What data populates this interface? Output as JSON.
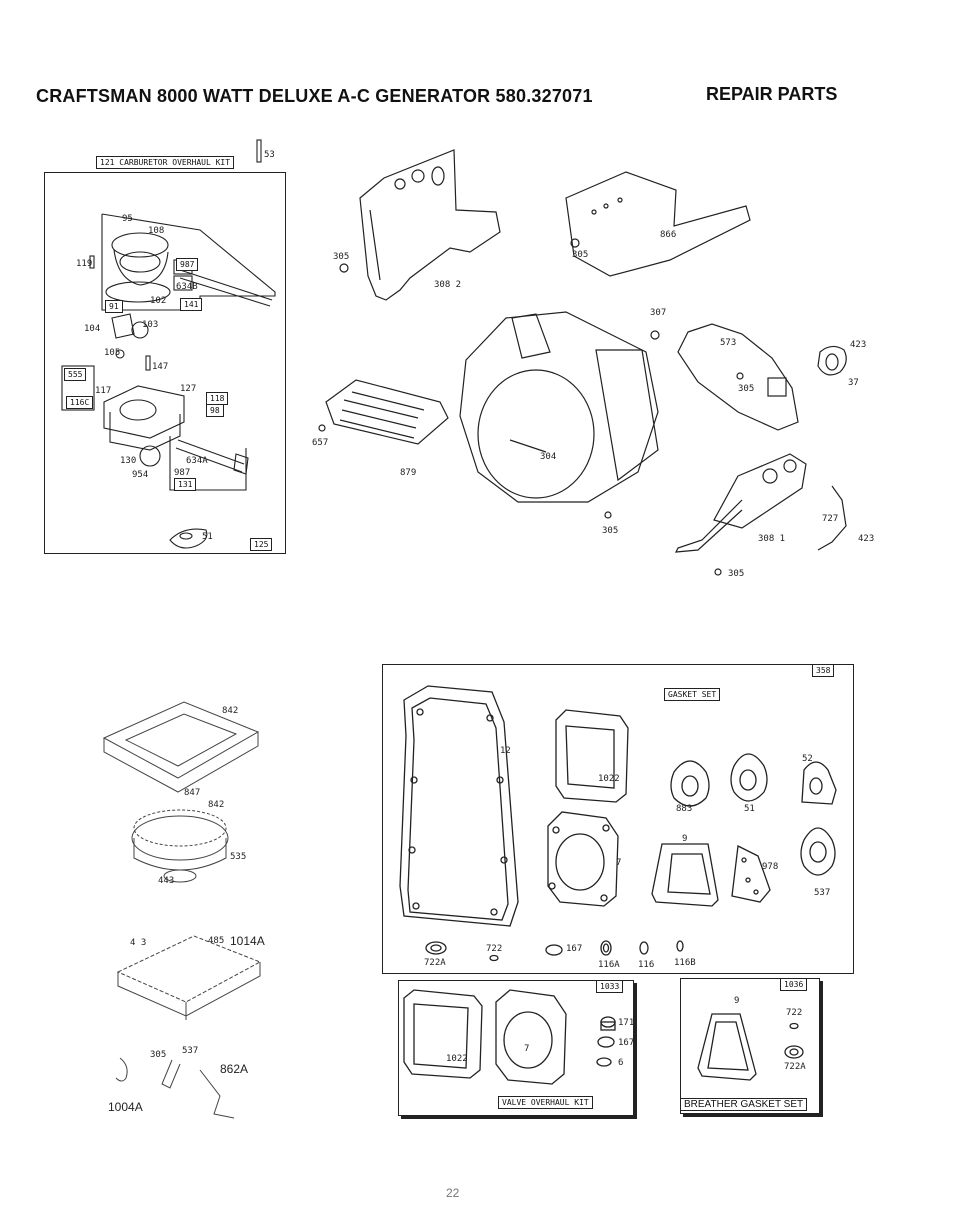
{
  "header": {
    "title": "CRAFTSMAN 8000 WATT DELUXE A-C GENERATOR 580.327071",
    "subtitle": "REPAIR PARTS"
  },
  "carb_kit": {
    "box_label": "121 CARBURETOR OVERHAUL KIT",
    "top_part": "53",
    "corner_num": "125",
    "parts": [
      "95",
      "108",
      "119",
      "987",
      "634B",
      "91",
      "102",
      "141",
      "104",
      "103",
      "105",
      "147",
      "555",
      "117",
      "116C",
      "127",
      "118",
      "98",
      "130",
      "954",
      "634A",
      "987",
      "131",
      "51"
    ]
  },
  "shroud": {
    "parts": [
      "305",
      "308 2",
      "866",
      "305",
      "307",
      "573",
      "423",
      "305",
      "37",
      "657",
      "879",
      "304",
      "305",
      "727",
      "308 1",
      "423",
      "305"
    ]
  },
  "air_cleaner": {
    "parts": [
      "842",
      "847",
      "842",
      "535",
      "443",
      "1014A",
      "862A",
      "1004A",
      "537",
      "305",
      "485",
      "4 3"
    ]
  },
  "gasket_set": {
    "corner_num": "358",
    "box_label": "GASKET SET",
    "parts": [
      "12",
      "1022",
      "883",
      "51",
      "52",
      "7",
      "9",
      "978",
      "537",
      "722A",
      "722",
      "167",
      "116A",
      "116",
      "116B"
    ]
  },
  "valve_kit": {
    "corner_num": "1033",
    "box_label": "VALVE OVERHAUL KIT",
    "parts": [
      "1022",
      "7",
      "171",
      "167",
      "6"
    ]
  },
  "breather_kit": {
    "corner_num": "1036",
    "box_label": "BREATHER GASKET SET",
    "parts": [
      "9",
      "722",
      "722A"
    ]
  },
  "footer": {
    "page": "22"
  }
}
